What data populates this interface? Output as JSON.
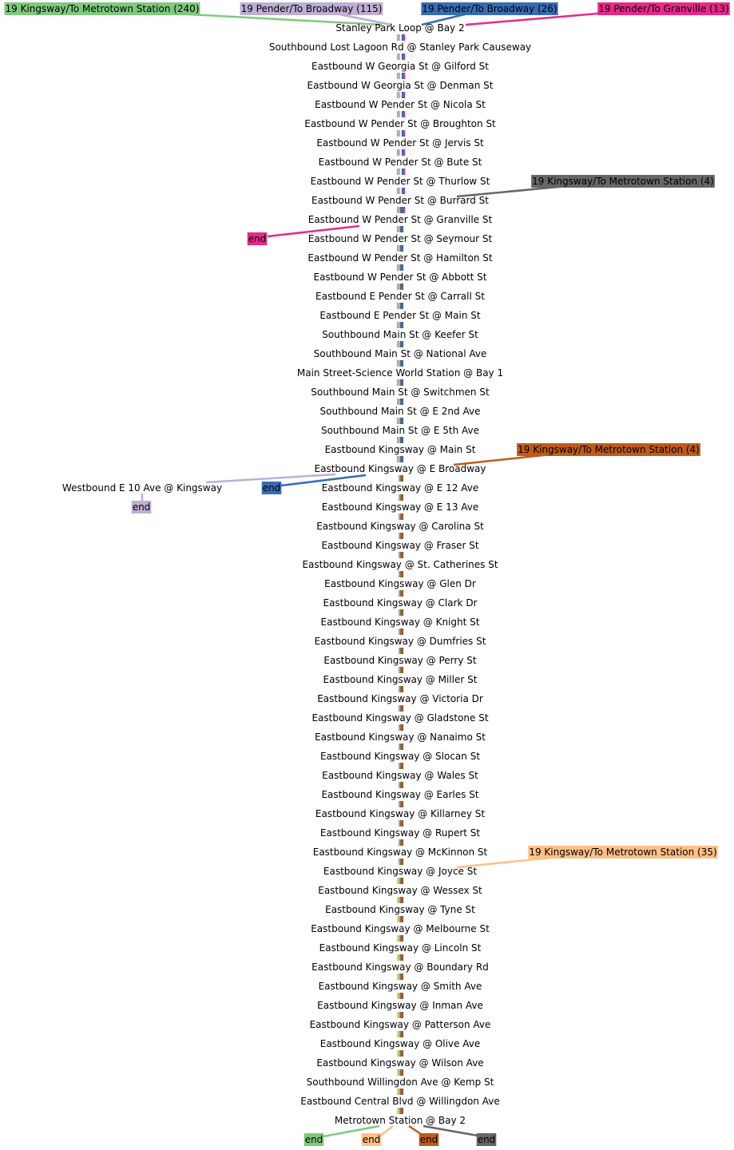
{
  "stops": [
    "Stanley Park Loop @ Bay 2",
    "Southbound Lost Lagoon Rd @ Stanley Park Causeway",
    "Eastbound W Georgia St @ Gilford St",
    "Eastbound W Georgia St @ Denman St",
    "Eastbound W Pender St @ Nicola St",
    "Eastbound W Pender St @ Broughton St",
    "Eastbound W Pender St @ Jervis St",
    "Eastbound W Pender St @ Bute St",
    "Eastbound W Pender St @ Thurlow St",
    "Eastbound W Pender St @ Burrard St",
    "Eastbound W Pender St @ Granville St",
    "Eastbound W Pender St @ Seymour St",
    "Eastbound W Pender St @ Hamilton St",
    "Eastbound W Pender St @ Abbott St",
    "Eastbound E Pender St @ Carrall St",
    "Eastbound E Pender St @ Main St",
    "Southbound Main St @ Keefer St",
    "Southbound Main St @ National Ave",
    "Main Street-Science World Station @ Bay 1",
    "Southbound Main St @ Switchmen St",
    "Southbound Main St @ E 2nd Ave",
    "Southbound Main St @ E 5th Ave",
    "Eastbound Kingsway @ Main St",
    "Eastbound Kingsway @ E Broadway",
    "Eastbound Kingsway @ E 12 Ave",
    "Eastbound Kingsway @ E 13 Ave",
    "Eastbound Kingsway @ Carolina St",
    "Eastbound Kingsway @ Fraser St",
    "Eastbound Kingsway @ St. Catherines St",
    "Eastbound Kingsway @ Glen Dr",
    "Eastbound Kingsway @ Clark Dr",
    "Eastbound Kingsway @ Knight St",
    "Eastbound Kingsway @ Dumfries St",
    "Eastbound Kingsway @ Perry St",
    "Eastbound Kingsway @ Miller St",
    "Eastbound Kingsway @ Victoria Dr",
    "Eastbound Kingsway @ Gladstone St",
    "Eastbound Kingsway @ Nanaimo St",
    "Eastbound Kingsway @ Slocan St",
    "Eastbound Kingsway @ Wales St",
    "Eastbound Kingsway @ Earles St",
    "Eastbound Kingsway @ Killarney St",
    "Eastbound Kingsway @ Rupert St",
    "Eastbound Kingsway @ McKinnon St",
    "Eastbound Kingsway @ Joyce St",
    "Eastbound Kingsway @ Wessex St",
    "Eastbound Kingsway @ Tyne St",
    "Eastbound Kingsway @ Melbourne St",
    "Eastbound Kingsway @ Lincoln St",
    "Eastbound Kingsway @ Boundary Rd",
    "Eastbound Kingsway @ Smith Ave",
    "Eastbound Kingsway @ Inman Ave",
    "Eastbound Kingsway @ Patterson Ave",
    "Eastbound Kingsway @ Olive Ave",
    "Eastbound Kingsway @ Wilson Ave",
    "Southbound Willingdon Ave @ Kemp St",
    "Eastbound Central Blvd @ Willingdon Ave",
    "Metrotown Station @ Bay 2"
  ],
  "branch_stop": "Westbound E 10 Ave @ Kingsway",
  "end_label": "end",
  "routes": [
    {
      "id": "kingsway-240",
      "label": "19 Kingsway/To Metrotown Station (240)",
      "color": "#7fc97f",
      "text_color": "#000000",
      "from": 0,
      "to": 57
    },
    {
      "id": "pender-broadway-115",
      "label": "19 Pender/To Broadway (115)",
      "color": "#beaed4",
      "text_color": "#000000",
      "from": 0,
      "to": 23
    },
    {
      "id": "pender-broadway-26",
      "label": "19 Pender/To Broadway (26)",
      "color": "#386cb0",
      "text_color": "#000000",
      "from": 0,
      "to": 23
    },
    {
      "id": "pender-granville-13",
      "label": "19 Pender/To Granville (13)",
      "color": "#e7298a",
      "text_color": "#000000",
      "from": 0,
      "to": 10
    },
    {
      "id": "kingsway-4a",
      "label": "19 Kingsway/To Metrotown Station (4)",
      "color": "#666666",
      "text_color": "#000000",
      "from": 9,
      "to": 57
    },
    {
      "id": "kingsway-4b",
      "label": "19 Kingsway/To Metrotown Station (4)",
      "color": "#bf5b17",
      "text_color": "#000000",
      "from": 23,
      "to": 57
    },
    {
      "id": "kingsway-35",
      "label": "19 Kingsway/To Metrotown Station (35)",
      "color": "#fdc086",
      "text_color": "#000000",
      "from": 44,
      "to": 57
    }
  ]
}
